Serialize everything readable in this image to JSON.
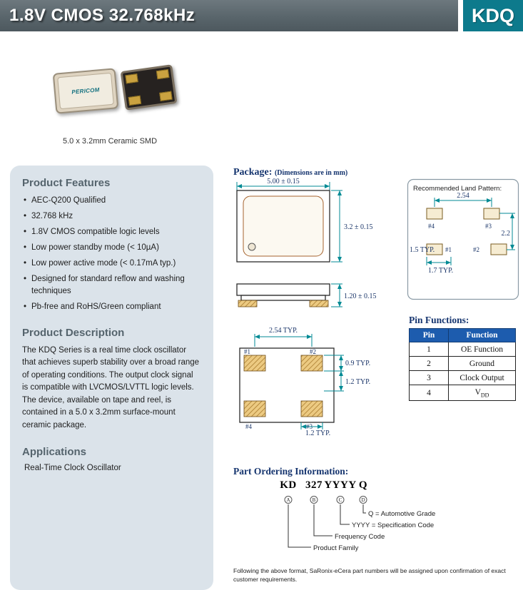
{
  "header": {
    "title": "1.8V CMOS 32.768kHz",
    "logo": "KDQ"
  },
  "hero": {
    "chip_brand": "PERICOM",
    "caption": "5.0 x 3.2mm Ceramic SMD"
  },
  "left_panel": {
    "features_heading": "Product Features",
    "features": [
      "AEC-Q200 Qualified",
      "32.768 kHz",
      "1.8V CMOS compatible logic levels",
      "Low power standby mode (< 10µA)",
      "Low power active mode (< 0.17mA typ.)",
      "Designed for standard reflow and washing techniques",
      "Pb-free and RoHS/Green compliant"
    ],
    "description_heading": "Product Description",
    "description": "The KDQ Series is a real time clock oscillator that achieves superb stability over a broad range of operating conditions. The output clock signal is compatible with LVCMOS/LVTTL logic levels.  The device, available on tape and reel, is contained in a 5.0 x 3.2mm surface-mount ceramic package.",
    "applications_heading": "Applications",
    "application": "Real-Time Clock Oscillator"
  },
  "package": {
    "heading": "Package:",
    "units_note": "(Dimensions are in mm)",
    "dim_width": "5.00 ± 0.15",
    "dim_height": "3.2 ± 0.15",
    "dim_thickness": "1.20 ± 0.15",
    "dim_pitch": "2.54  TYP.",
    "dim_pad_h": "0.9  TYP.",
    "dim_row_gap": "1.2  TYP.",
    "dim_pad_w": "1.2  TYP.",
    "pads": {
      "p1": "#1",
      "p2": "#2",
      "p3": "#3",
      "p4": "#4"
    }
  },
  "land_pattern": {
    "heading": "Recommended Land Pattern:",
    "dim_pitch": "2.54",
    "dim_vert": "2.2",
    "dim_left": "1.5  TYP.",
    "dim_bottom": "1.7  TYP.",
    "pads": {
      "p1": "#1",
      "p2": "#2",
      "p3": "#3",
      "p4": "#4"
    }
  },
  "pin_functions": {
    "heading": "Pin Functions:",
    "columns": [
      "Pin",
      "Function"
    ],
    "rows": [
      [
        "1",
        "OE Function"
      ],
      [
        "2",
        "Ground"
      ],
      [
        "3",
        "Clock Output"
      ],
      [
        "4",
        "V"
      ]
    ],
    "vdd_sub": "DD"
  },
  "ordering": {
    "heading": "Part Ordering Information:",
    "parts": [
      "KD",
      "327",
      "YYYY",
      "Q"
    ],
    "markers": [
      "A",
      "B",
      "C",
      "D"
    ],
    "legend": [
      "Q = Automotive Grade",
      "YYYY = Specification Code",
      "Frequency Code",
      "Product Family"
    ]
  },
  "footer": {
    "note": "Following the above format, SaRonix-eCera part numbers will be assigned upon confirmation of exact customer requirements."
  }
}
